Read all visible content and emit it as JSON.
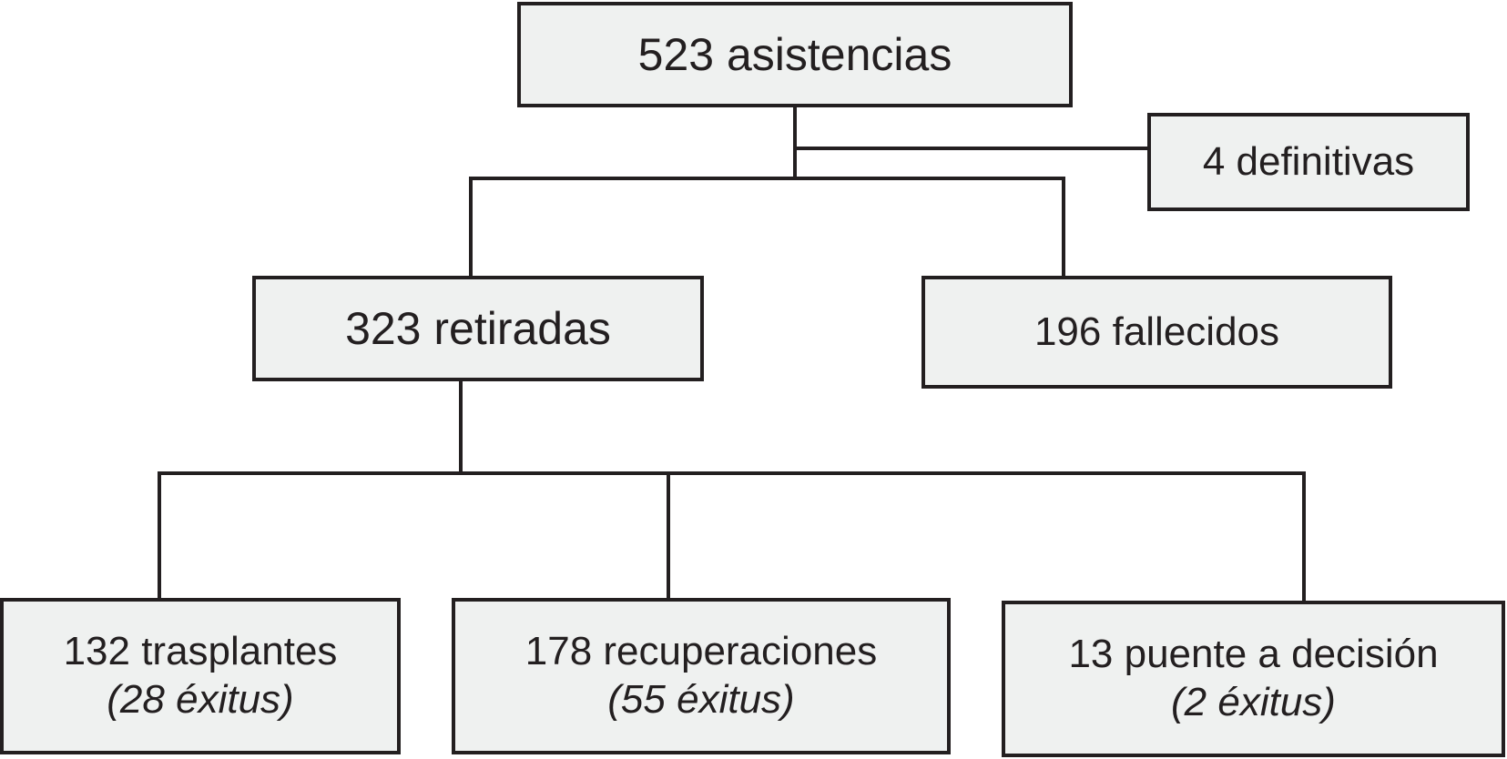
{
  "nodes": {
    "total": {
      "label": "523 asistencias"
    },
    "definitive": {
      "label": "4 definitivas"
    },
    "withdrawn": {
      "label": "323 retiradas"
    },
    "deceased": {
      "label": "196 fallecidos"
    },
    "transplant": {
      "label": "132 trasplantes",
      "outcome": "(28 éxitus)"
    },
    "recovery": {
      "label": "178 recuperaciones",
      "outcome": "(55 éxitus)"
    },
    "bridge": {
      "label": "13 puente a decisión",
      "outcome": "(2 éxitus)"
    }
  },
  "colors": {
    "box_fill": "#eff1f0",
    "line": "#231f20",
    "text": "#231f20"
  }
}
